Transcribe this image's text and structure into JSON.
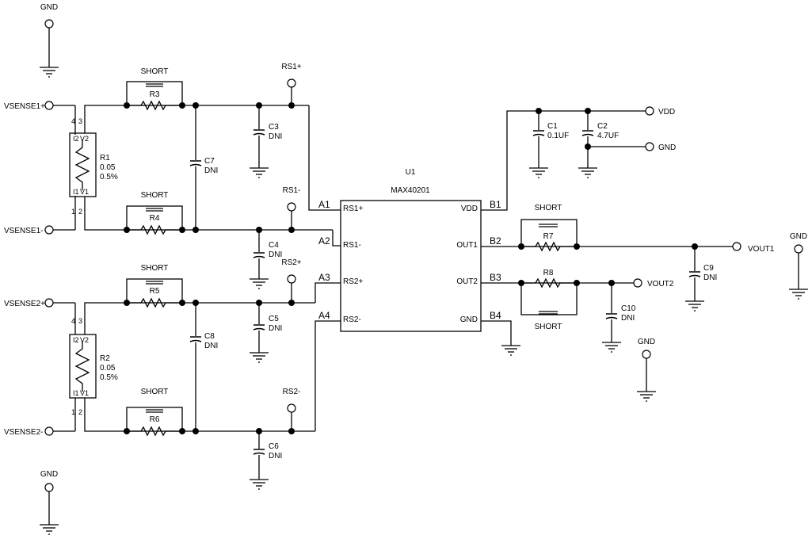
{
  "gnd_label": "GND",
  "net_vsense1p": "VSENSE1+",
  "net_vsense1m": "VSENSE1-",
  "net_vsense2p": "VSENSE2+",
  "net_vsense2m": "VSENSE2-",
  "net_rs1p": "RS1+",
  "net_rs1m": "RS1-",
  "net_rs2p": "RS2+",
  "net_rs2m": "RS2-",
  "net_vdd": "VDD",
  "net_vout1": "VOUT1",
  "net_vout2": "VOUT2",
  "short_label": "SHORT",
  "dni_label": "DNI",
  "u1": {
    "ref": "U1",
    "part": "MAX40201",
    "pins": {
      "rs1p": "RS1+",
      "rs1m": "RS1-",
      "rs2p": "RS2+",
      "rs2m": "RS2-",
      "vdd": "VDD",
      "out1": "OUT1",
      "out2": "OUT2",
      "gnd": "GND"
    },
    "ports": {
      "a1": "A1",
      "a2": "A2",
      "a3": "A3",
      "a4": "A4",
      "b1": "B1",
      "b2": "B2",
      "b3": "B3",
      "b4": "B4"
    }
  },
  "r1": {
    "ref": "R1",
    "value": "0.05",
    "tol": "0.5%"
  },
  "r2": {
    "ref": "R2",
    "value": "0.05",
    "tol": "0.5%"
  },
  "r3": "R3",
  "r4": "R4",
  "r5": "R5",
  "r6": "R6",
  "r7": "R7",
  "r8": "R8",
  "c1": {
    "ref": "C1",
    "value": "0.1UF"
  },
  "c2": {
    "ref": "C2",
    "value": "4.7UF"
  },
  "c3": "C3",
  "c4": "C4",
  "c5": "C5",
  "c6": "C6",
  "c7": "C7",
  "c8": "C8",
  "c9": "C9",
  "c10": "C10",
  "pin_nums": {
    "p1": "1",
    "p2": "2",
    "p3": "3",
    "p4": "4",
    "i1": "I1",
    "i2": "I2",
    "v1": "V1",
    "v2": "V2"
  }
}
